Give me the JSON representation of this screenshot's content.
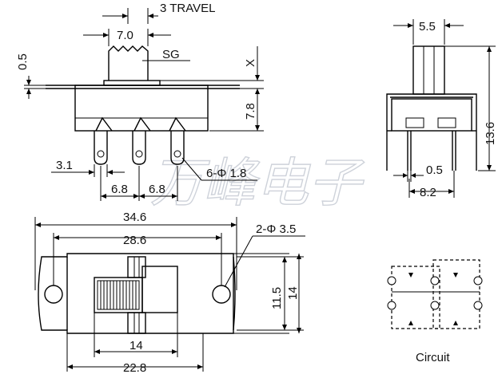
{
  "labels": {
    "travel": "3 TRAVEL",
    "knob_width": "7.0",
    "sg": "SG",
    "height_small": "0.5",
    "x": "X",
    "body_height": "7.8",
    "pin_offset": "3.1",
    "pin_pitch_a": "6.8",
    "pin_pitch_b": "6.8",
    "pin_hole": "6-Φ 1.8",
    "side_knob": "5.5",
    "side_height": "13.6",
    "side_thick": "0.5",
    "side_width": "8.2",
    "total_length": "34.6",
    "hole_spacing": "28.6",
    "mount_hole": "2-Φ 3.5",
    "plate_inner": "11.5",
    "plate_height": "14",
    "bottom_inner": "14",
    "bottom_total": "22.8",
    "circuit": "Circuit"
  },
  "watermark": "万峰电子"
}
